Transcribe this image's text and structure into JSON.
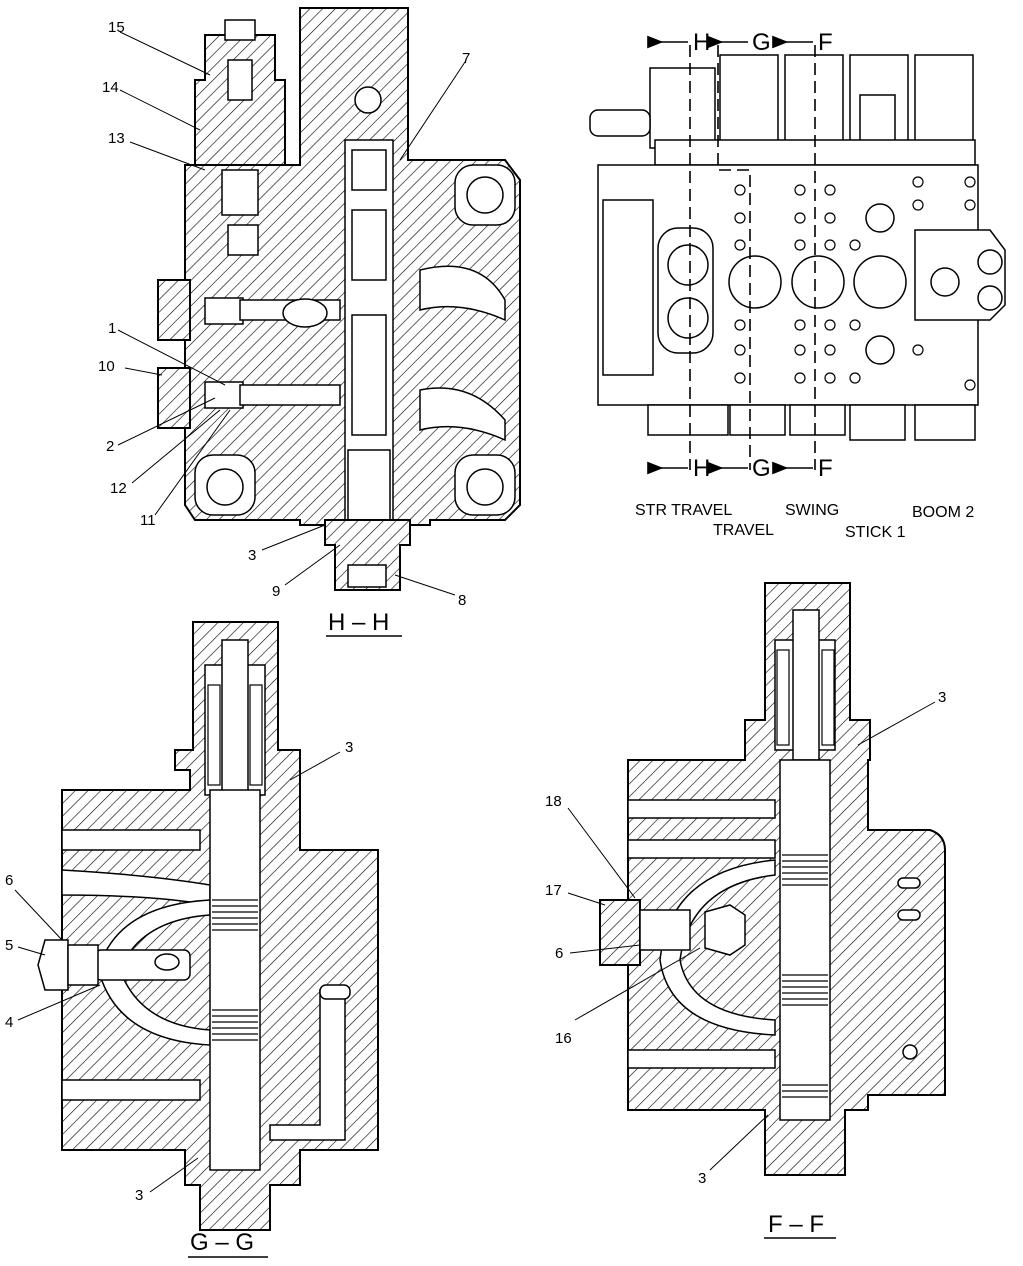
{
  "views": {
    "hh": {
      "title": "H – H",
      "callouts": [
        "15",
        "14",
        "13",
        "1",
        "10",
        "2",
        "12",
        "11",
        "7",
        "3",
        "9",
        "8"
      ]
    },
    "gg": {
      "title": "G – G",
      "callouts": [
        "3",
        "6",
        "5",
        "4",
        "3"
      ]
    },
    "ff": {
      "title": "F – F",
      "callouts": [
        "3",
        "18",
        "17",
        "6",
        "16",
        "3"
      ]
    },
    "top": {
      "cut_marks": [
        "H",
        "G",
        "F",
        "H",
        "G",
        "F"
      ],
      "sections": [
        "STR TRAVEL",
        "TRAVEL",
        "SWING",
        "STICK 1",
        "BOOM 2"
      ]
    }
  }
}
